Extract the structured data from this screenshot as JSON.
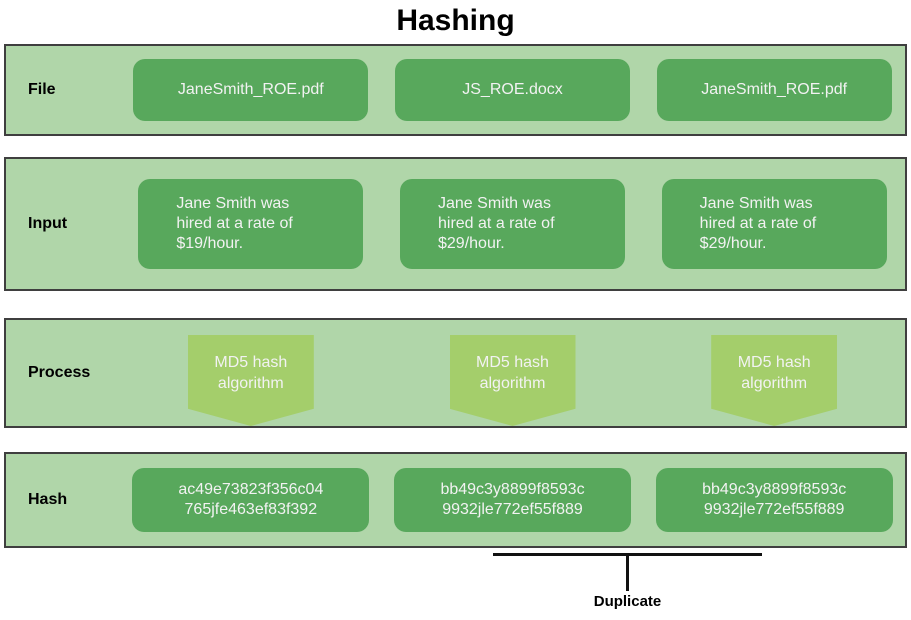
{
  "title": "Hashing",
  "colors": {
    "band_background": "#b0d6a9",
    "band_border": "#3f3f3f",
    "box_green": "#58a85c",
    "arrow_green": "#a4ce6b",
    "box_text": "#f2f2f2",
    "label_text": "#000000"
  },
  "rows": {
    "file": {
      "label": "File",
      "items": [
        "JaneSmith_ROE.pdf",
        "JS_ROE.docx",
        "JaneSmith_ROE.pdf"
      ]
    },
    "input": {
      "label": "Input",
      "items": [
        {
          "lines": [
            "Jane Smith was",
            "hired at a rate of",
            "$19/hour."
          ]
        },
        {
          "lines": [
            "Jane Smith was",
            "hired at a rate of",
            "$29/hour."
          ]
        },
        {
          "lines": [
            "Jane Smith was",
            "hired at a rate of",
            "$29/hour."
          ]
        }
      ]
    },
    "process": {
      "label": "Process",
      "items": [
        {
          "lines": [
            "MD5 hash",
            "algorithm"
          ]
        },
        {
          "lines": [
            "MD5 hash",
            "algorithm"
          ]
        },
        {
          "lines": [
            "MD5 hash",
            "algorithm"
          ]
        }
      ]
    },
    "hash": {
      "label": "Hash",
      "items": [
        {
          "lines": [
            "ac49e73823f356c04",
            "765jfe463ef83f392"
          ]
        },
        {
          "lines": [
            "bb49c3y8899f8593c",
            "9932jle772ef55f889"
          ]
        },
        {
          "lines": [
            "bb49c3y8899f8593c",
            "9932jle772ef55f889"
          ]
        }
      ]
    }
  },
  "annotation": {
    "duplicate_label": "Duplicate"
  }
}
